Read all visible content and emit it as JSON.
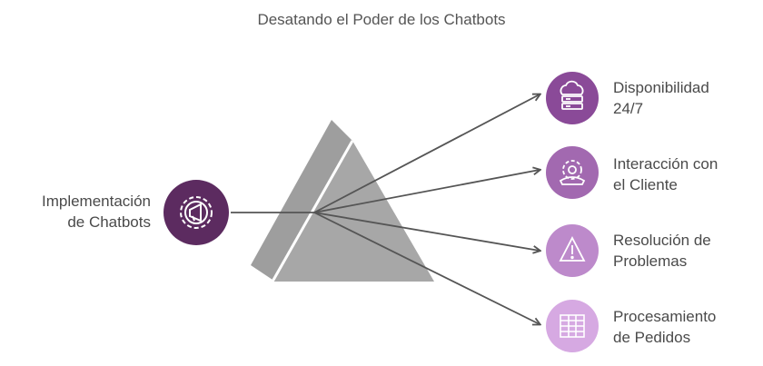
{
  "title": "Desatando el Poder de los Chatbots",
  "input": {
    "label_line1": "Implementación",
    "label_line2": "de Chatbots",
    "icon": "gear-megaphone-icon",
    "color": "#5c2b60"
  },
  "outputs": [
    {
      "line1": "Disponibilidad",
      "line2": "24/7",
      "icon": "cloud-server-icon",
      "color": "#8a4a98"
    },
    {
      "line1": "Interacción con",
      "line2": "el Cliente",
      "icon": "gear-phone-icon",
      "color": "#a269b0"
    },
    {
      "line1": "Resolución de",
      "line2": "Problemas",
      "icon": "warning-triangle-icon",
      "color": "#bd8acb"
    },
    {
      "line1": "Procesamiento",
      "line2": "de Pedidos",
      "icon": "table-grid-icon",
      "color": "#d6a9e2"
    }
  ],
  "colors": {
    "prism": "#a3a3a3",
    "arrow": "#555555"
  }
}
